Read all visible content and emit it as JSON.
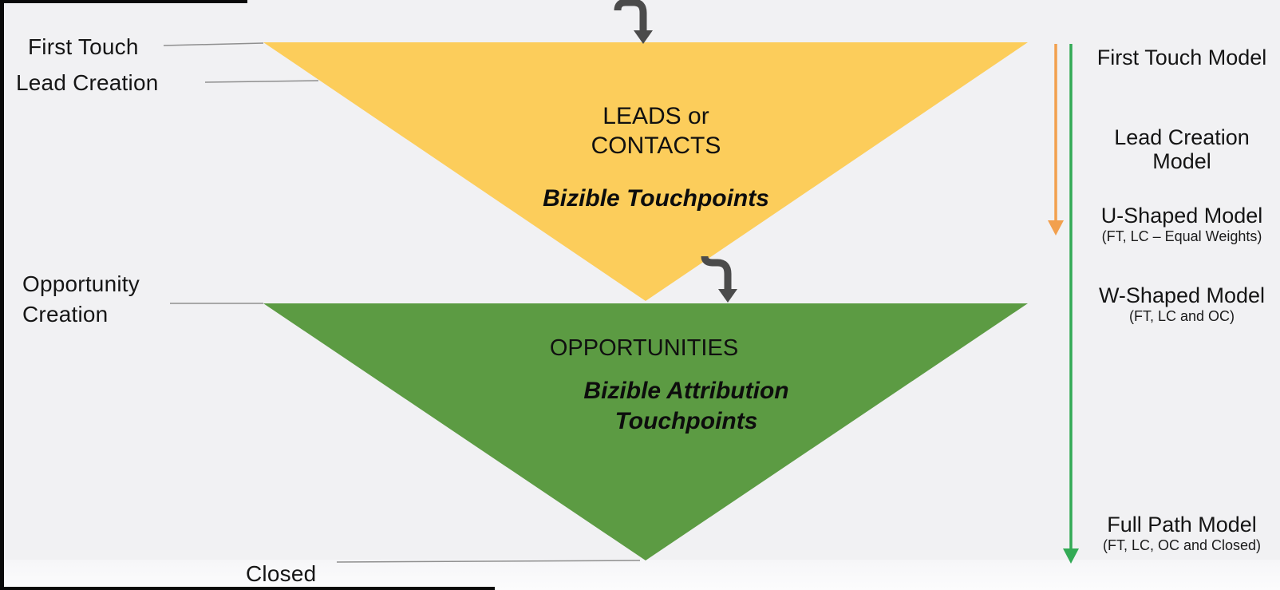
{
  "background": {
    "page_bg": "#f1f1f3",
    "bottom_band_top": "#f6f6f8",
    "bottom_band_bottom": "#fcfcfd",
    "frame_color": "#0a0a0a",
    "leader_line_color": "#8f8f8f"
  },
  "funnel": {
    "leads": {
      "color": "#fccd5b",
      "title_line1": "LEADS or",
      "title_line2": "CONTACTS",
      "subtitle": "Bizible Touchpoints"
    },
    "opportunities": {
      "color": "#5c9b43",
      "title": "OPPORTUNITIES",
      "subtitle_line1": "Bizible Attribution",
      "subtitle_line2": "Touchpoints"
    }
  },
  "stage_labels": {
    "first_touch": "First Touch",
    "lead_creation": "Lead Creation",
    "opportunity_creation_line1": "Opportunity",
    "opportunity_creation_line2": "Creation",
    "closed": "Closed"
  },
  "models": [
    {
      "label": "First Touch Model",
      "sub": ""
    },
    {
      "label": "Lead Creation Model",
      "sub": ""
    },
    {
      "label": "U-Shaped Model",
      "sub": "(FT, LC – Equal Weights)"
    },
    {
      "label": "W-Shaped Model",
      "sub": "(FT, LC and OC)"
    },
    {
      "label": "Full Path Model",
      "sub": "(FT, LC, OC and Closed)"
    }
  ],
  "arrows": {
    "orange": "#f2a04e",
    "green": "#33aa55",
    "dark": "#4b4b4b"
  }
}
